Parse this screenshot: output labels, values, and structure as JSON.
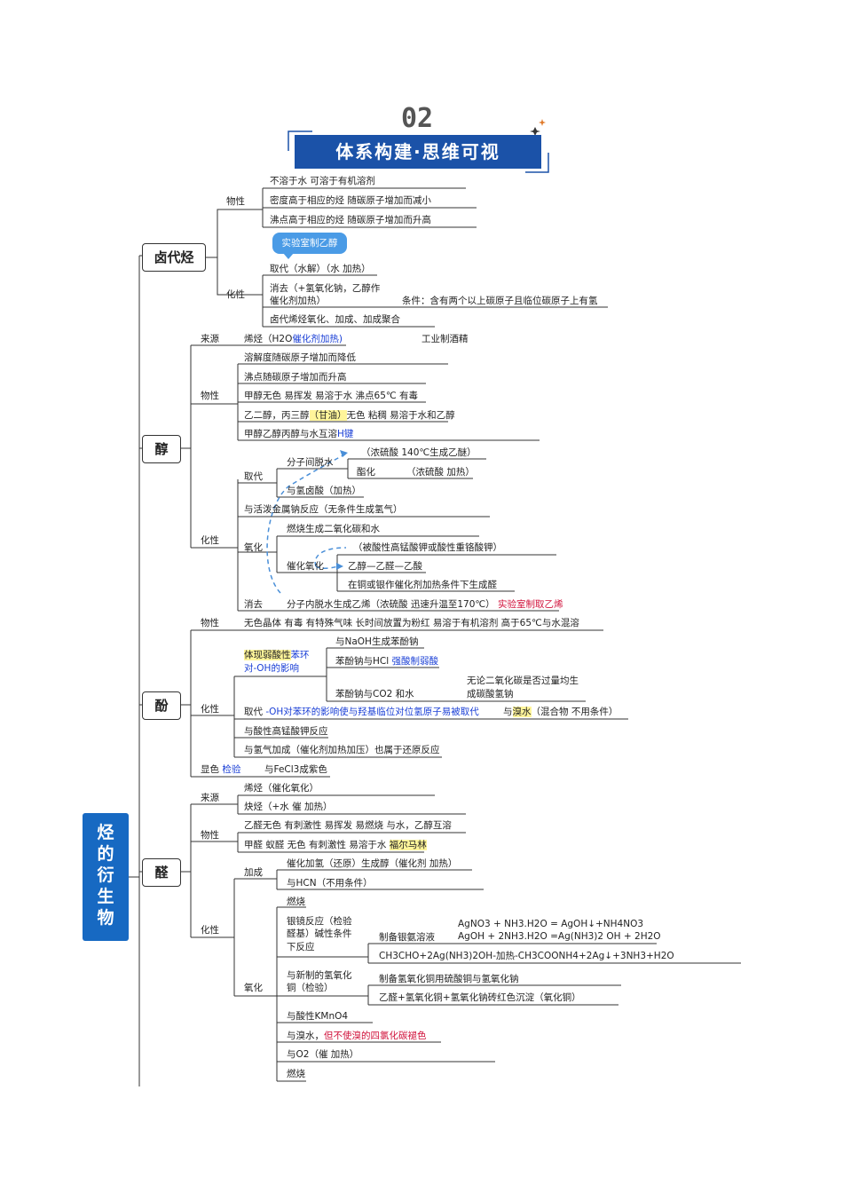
{
  "header": {
    "number": "02",
    "title": "体系构建·思维可视"
  },
  "root": {
    "label": [
      "烃",
      "的",
      "衍",
      "生",
      "物"
    ]
  },
  "callout": "实验室制乙醇",
  "nodes": {
    "haloalkane": "卤代烃",
    "alcohol": "醇",
    "phenol": "酚",
    "aldehyde": "醛"
  },
  "haloalkane": {
    "physical_label": "物性",
    "physical": [
      "不溶于水 可溶于有机溶剂",
      "密度高于相应的烃 随碳原子增加而减小",
      "沸点高于相应的烃 随碳原子增加而升高"
    ],
    "chemical_label": "化性",
    "chem1": "取代（水解）（水 加热）",
    "chem2a": "消去（+氢氧化钠，乙醇作",
    "chem2b": "催化剂加热）",
    "chem2cond": "条件：含有两个以上碳原子且临位碳原子上有氢",
    "chem3": "卤代烯烃氧化、加成、加成聚合"
  },
  "alcohol": {
    "source_label": "来源",
    "source_a": "烯烃（H2O",
    "source_b": "催化剂加热)",
    "source_c": "工业制酒精",
    "physical_label": "物性",
    "p1": "溶解度随碳原子增加而降低",
    "p2": "沸点随碳原子增加而升高",
    "p3": "甲醇无色 易挥发 易溶于水 沸点65℃ 有毒",
    "p4a": "乙二醇，丙三醇",
    "p4b": "（甘油）",
    "p4c": "无色 粘稠 易溶于水和乙醇",
    "p5a": "甲醇乙醇丙醇与水互溶",
    "p5b": "H键",
    "chemical_label": "化性",
    "sub_label": "取代",
    "c1": "分子间脱水",
    "c1r": "（浓硫酸 140℃生成乙醚）",
    "c2a": "酯化",
    "c2b": "（浓硫酸 加热）",
    "c3": "与氢卤酸（加热）",
    "c4": "与活泼金属钠反应（无条件生成氢气）",
    "ox_label": "氧化",
    "ox1": "燃烧生成二氧化碳和水",
    "ox2": "（被酸性高锰酸钾或酸性重铬酸钾）",
    "ox3": "催化氧化",
    "ox3r": "乙醇—乙醛—乙酸",
    "ox4": "在铜或银作催化剂加热条件下生成醛",
    "elim_label": "消去",
    "elim_a": "分子内脱水生成乙烯（浓硫酸 迅速升温至170℃）",
    "elim_b": "实验室制取乙烯"
  },
  "phenol": {
    "physical_label": "物性",
    "physical": "无色晶体 有毒 有特殊气味 长时间放置为粉红 易溶于有机溶剂 高于65℃与水混溶",
    "chemical_label": "化性",
    "acid_a": "体现弱酸性",
    "acid_b": "苯环",
    "acid_c": "对-OH的影响",
    "a1": "与NaOH生成苯酚钠",
    "a2a": "苯酚钠与HCl",
    "a2b": "强酸制弱酸",
    "a3": "苯酚钠与CO2 和水",
    "a3na": "无论二氧化碳是否过量均生",
    "a3nb": "成碳酸氢钠",
    "sub_a": "取代",
    "sub_b": "-OH对苯环的影响使与羟基临位对位氢原子易被取代",
    "sub_c": "与",
    "sub_d": "溴水",
    "sub_e": "（混合物 不用条件）",
    "c2": "与酸性高锰酸钾反应",
    "c3": "与氢气加成（催化剂加热加压）也属于还原反应",
    "color_label": "显色",
    "color_b": "检验",
    "color_c": "与FeCl3成紫色"
  },
  "aldehyde": {
    "source_label": "来源",
    "s1": "烯烃（催化氧化）",
    "s2": "炔烃（+水 催 加热）",
    "physical_label": "物性",
    "p1": "乙醛无色 有刺激性 易挥发 易燃烧 与水，乙醇互溶",
    "p2a": "甲醛 蚁醛 无色 有刺激性 易溶于水",
    "p2b": "福尔马林",
    "chemical_label": "化性",
    "add_label": "加成",
    "add1": "催化加氢（还原）生成醇（催化剂 加热）",
    "add2": "与HCN（不用条件）",
    "ox_label": "氧化",
    "ox1": "燃烧",
    "silver_a": "银镜反应（检验",
    "silver_b": "醛基）碱性条件",
    "silver_c": "下反应",
    "silver_prep": "制备银氨溶液",
    "eq1": "AgNO3 + NH3.H2O = AgOH↓+NH4NO3",
    "eq2": "AgOH + 2NH3.H2O =Ag(NH3)2 OH + 2H2O",
    "eq3": "CH3CHO+2Ag(NH3)2OH-加热-CH3COONH4+2Ag↓+3NH3+H2O",
    "cu_a": "与新制的氢氧化",
    "cu_b": "铜（检验）",
    "cu_prep": "制备氢氧化铜用硫酸铜与氢氧化钠",
    "cu_res": "乙醛+氢氧化铜+氢氧化钠砖红色沉淀（氧化铜）",
    "ox3": "与酸性KMnO4",
    "ox4a": "与溴水，",
    "ox4b": "但不使溴的四氯化碳褪色",
    "ox5": "与O2（催 加热）",
    "ox6": "燃烧"
  }
}
